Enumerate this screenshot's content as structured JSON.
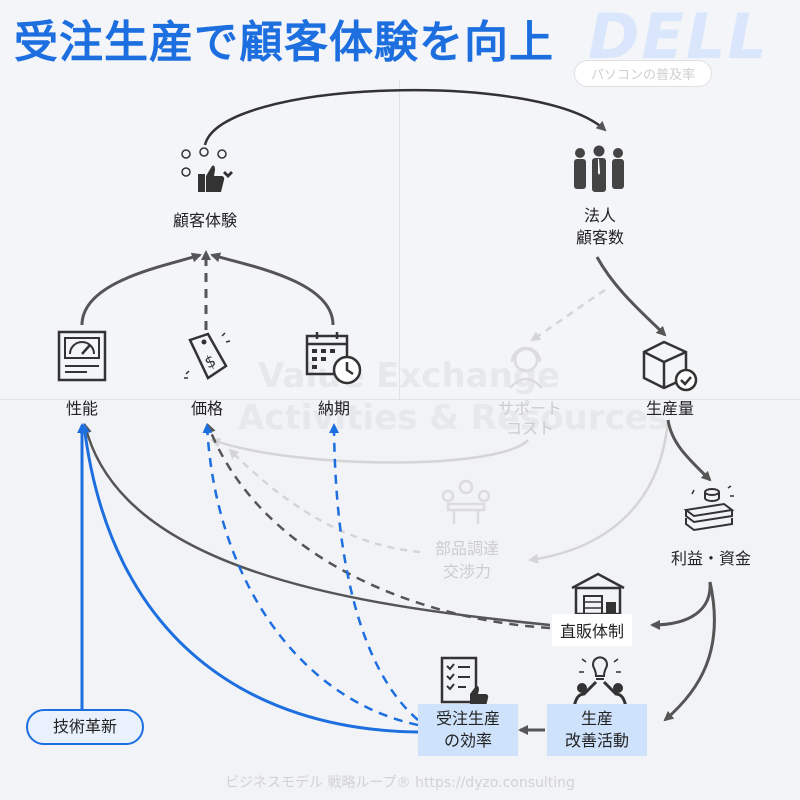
{
  "title": "受注生産で顧客体験を向上",
  "brand": "DELL",
  "faded_top_label": "パソコンの普及率",
  "nodes": {
    "customer_experience": "顧客体験",
    "corporate_customers_line1": "法人",
    "corporate_customers_line2": "顧客数",
    "performance": "性能",
    "price": "価格",
    "delivery": "納期",
    "production_volume": "生産量",
    "support_cost_line1": "サポート",
    "support_cost_line2": "コスト",
    "parts_procurement_line1": "部品調達",
    "parts_procurement_line2": "交渉力",
    "profit_funds": "利益・資金",
    "direct_sales": "直販体制",
    "order_efficiency_line1": "受注生産",
    "order_efficiency_line2": "の効率",
    "production_improvement_line1": "生産",
    "production_improvement_line2": "改善活動",
    "tech_innovation": "技術革新"
  },
  "watermark": {
    "line1": "Value Exchange",
    "line2": "Activities & Resources"
  },
  "footer": "ビジネスモデル 戦略ループ® https://dyzo.consulting",
  "colors": {
    "accent_blue": "#1d6fe0",
    "dark_gray": "#555555",
    "faded_gray": "#d5d5d5",
    "box_fill": "#cfe2fb"
  },
  "icons": [
    "emoji-thumbs-up-icon",
    "people-group-icon",
    "gauge-icon",
    "price-tag-icon",
    "calendar-clock-icon",
    "box-check-icon",
    "headset-icon",
    "meeting-icon",
    "money-stack-icon",
    "warehouse-icon",
    "checklist-thumb-icon",
    "teamwork-lightbulb-icon"
  ]
}
